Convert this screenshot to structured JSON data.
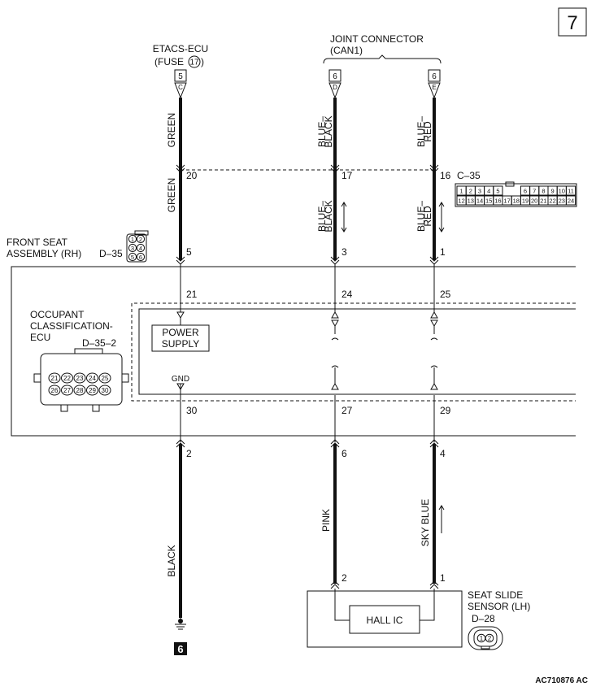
{
  "page_number": "7",
  "top_sources": {
    "etacs": {
      "name": "ETACS-ECU",
      "fuse_prefix": "(FUSE",
      "fuse_number": "17",
      "fuse_suffix": ")",
      "terminal": "5",
      "pin_letter": "C"
    },
    "joint_connector": {
      "name": "JOINT CONNECTOR",
      "sub": "(CAN1)",
      "pins": [
        {
          "terminal": "6",
          "pin_letter": "D"
        },
        {
          "terminal": "6",
          "pin_letter": "E"
        }
      ]
    }
  },
  "wires": {
    "upper_left": "GREEN",
    "upper_mid": [
      "BLUE–",
      "BLACK"
    ],
    "upper_right": [
      "BLUE–",
      "RED"
    ],
    "middle_left": "GREEN",
    "middle_mid": [
      "BLUE–",
      "BLACK"
    ],
    "middle_right": [
      "BLUE–",
      "RED"
    ],
    "lower_left": "BLACK",
    "lower_mid": "PINK",
    "lower_right": "SKY BLUE"
  },
  "connector_c35": {
    "name": "C–35",
    "pins_top": [
      "1",
      "2",
      "3",
      "4",
      "5",
      "6",
      "7",
      "8",
      "9",
      "10",
      "11"
    ],
    "pins_bottom": [
      "12",
      "13",
      "14",
      "15",
      "16",
      "17",
      "18",
      "19",
      "20",
      "21",
      "22",
      "23",
      "24"
    ],
    "terminals": [
      "20",
      "17",
      "16"
    ]
  },
  "connector_d35": {
    "assembly_line1": "FRONT SEAT",
    "assembly_line2": "ASSEMBLY (RH)",
    "name": "D–35",
    "pins": [
      "1",
      "2",
      "3",
      "4",
      "5",
      "6"
    ],
    "terminals": [
      "5",
      "3",
      "1"
    ]
  },
  "ecu": {
    "line1": "OCCUPANT",
    "line2": "CLASSIFICATION-",
    "line3": "ECU",
    "connector": "D–35–2",
    "pins_top": [
      "21",
      "22",
      "23",
      "24",
      "25"
    ],
    "pins_bottom": [
      "26",
      "27",
      "28",
      "29",
      "30"
    ],
    "terminals_top": [
      "21",
      "24",
      "25"
    ],
    "terminals_bottom": [
      "30",
      "27",
      "29"
    ],
    "power_supply_line1": "POWER",
    "power_supply_line2": "SUPPLY",
    "gnd": "GND"
  },
  "lower_terminals": [
    "2",
    "6",
    "4"
  ],
  "sensor": {
    "line1": "SEAT SLIDE",
    "line2": "SENSOR (LH)",
    "connector": "D–28",
    "pins": [
      "1",
      "2"
    ],
    "terminals": [
      "2",
      "1"
    ],
    "hall_ic": "HALL IC"
  },
  "ground_number": "6",
  "figure_code": "AC710876 AC"
}
